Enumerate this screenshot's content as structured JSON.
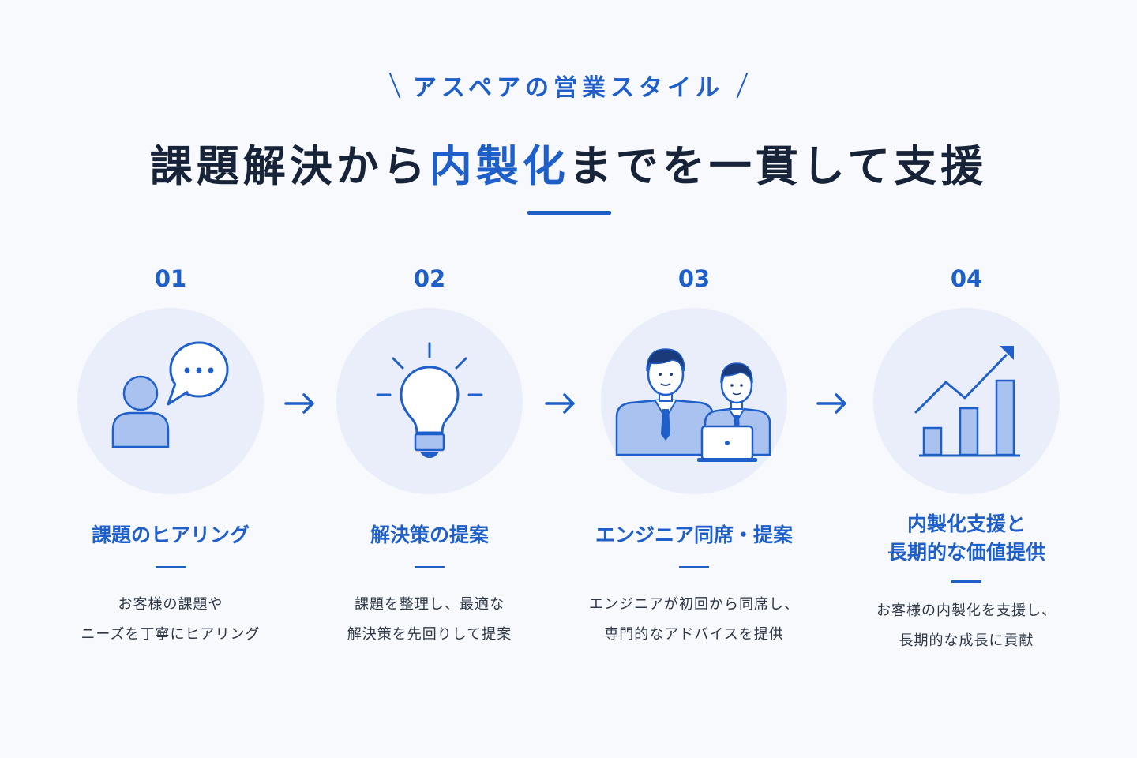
{
  "header": {
    "eyebrow": "アスペアの営業スタイル",
    "headline_pre": "課題解決から",
    "headline_accent": "内製化",
    "headline_post": "までを一貫して支援"
  },
  "colors": {
    "accent": "#1f5fc9",
    "circle_bg": "#e9eefa",
    "icon_fill": "#a9c2f0"
  },
  "steps": [
    {
      "number": "01",
      "icon": "user-speech-bubble-icon",
      "title_line1": "課題のヒアリング",
      "title_line2": "",
      "desc_line1": "お客様の課題や",
      "desc_line2": "ニーズを丁寧にヒアリング"
    },
    {
      "number": "02",
      "icon": "lightbulb-icon",
      "title_line1": "解決策の提案",
      "title_line2": "",
      "desc_line1": "課題を整理し、最適な",
      "desc_line2": "解決策を先回りして提案"
    },
    {
      "number": "03",
      "icon": "engineers-laptop-icon",
      "title_line1": "エンジニア同席・提案",
      "title_line2": "",
      "desc_line1": "エンジニアが初回から同席し、",
      "desc_line2": "専門的なアドバイスを提供"
    },
    {
      "number": "04",
      "icon": "growth-chart-icon",
      "title_line1": "内製化支援と",
      "title_line2": "長期的な価値提供",
      "desc_line1": "お客様の内製化を支援し、",
      "desc_line2": "長期的な成長に貢献"
    }
  ]
}
